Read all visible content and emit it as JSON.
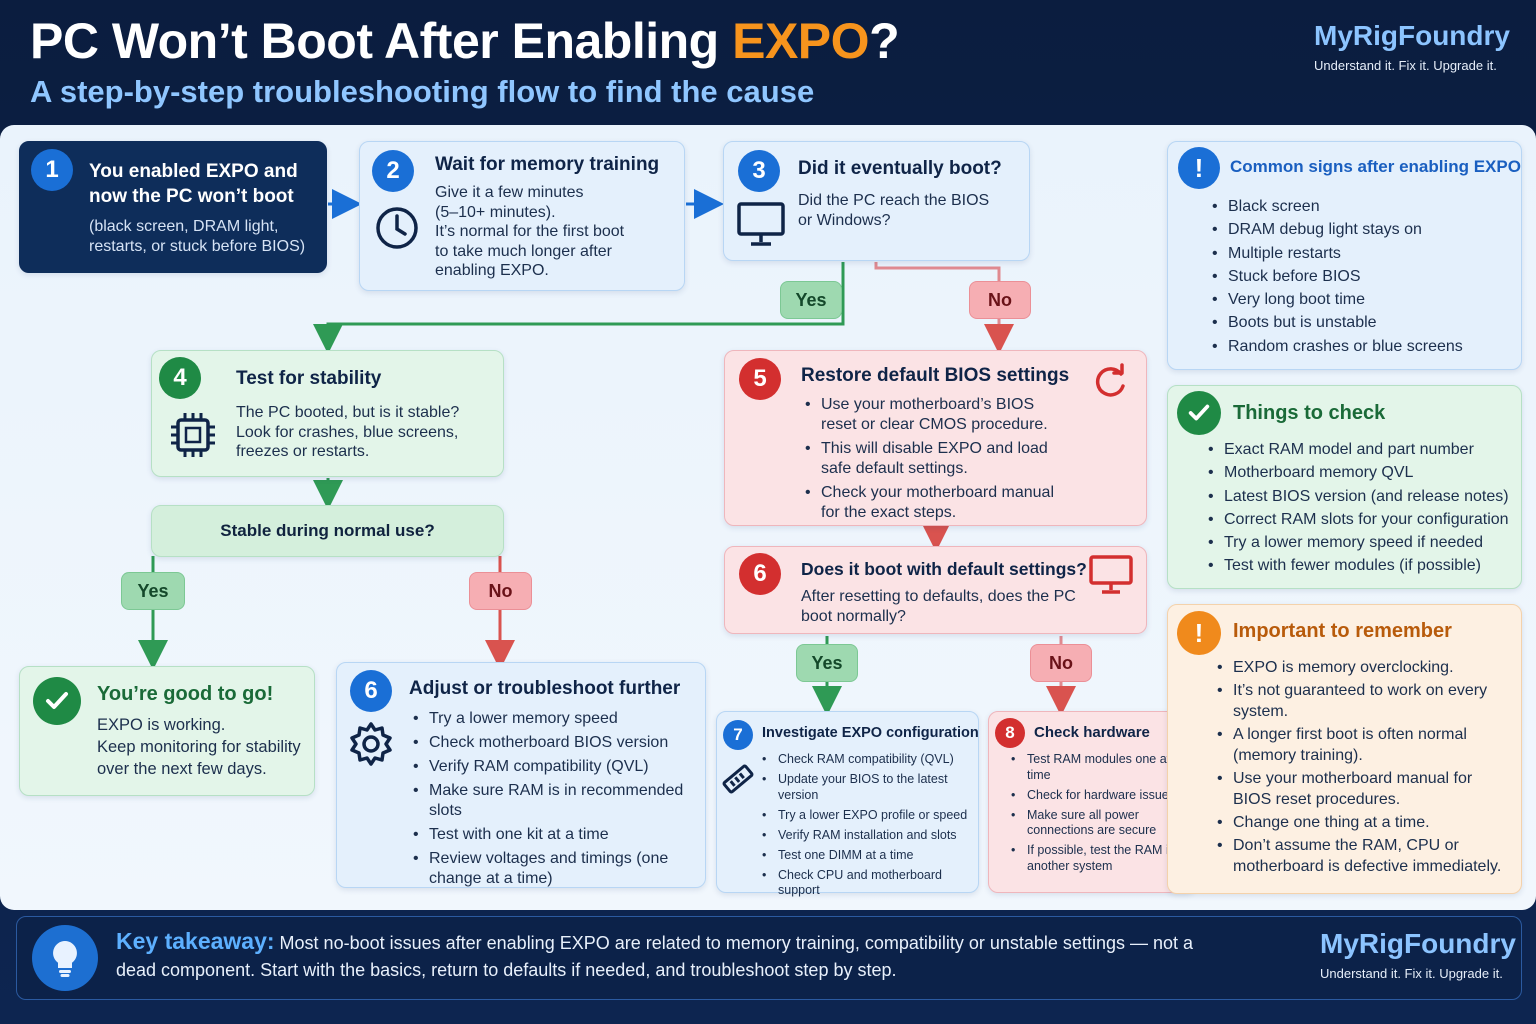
{
  "header": {
    "title_main": "PC Won’t Boot After Enabling ",
    "title_accent": "EXPO",
    "title_end": "?",
    "subtitle": "A step-by-step troubleshooting flow to find the cause",
    "brand_name": "MyRigFoundry",
    "brand_tagline": "Understand it. Fix it. Upgrade it."
  },
  "step1": {
    "number": "1",
    "title_line1": "You enabled EXPO and",
    "title_line2": "now the PC won’t boot",
    "body_line1": "(black screen, DRAM light,",
    "body_line2": "restarts, or stuck before BIOS)"
  },
  "step2": {
    "number": "2",
    "title": "Wait for memory training",
    "lines": [
      "Give it a few minutes",
      "(5–10+ minutes).",
      "It’s normal for the first boot",
      "to take much longer after",
      "enabling EXPO."
    ]
  },
  "step3": {
    "number": "3",
    "title": "Did it eventually boot?",
    "lines": [
      "Did the PC reach the BIOS",
      "or Windows?"
    ]
  },
  "labels": {
    "yes": "Yes",
    "no": "No"
  },
  "step4": {
    "number": "4",
    "title": "Test for stability",
    "lines": [
      "The PC booted, but is it stable?",
      "Look for crashes, blue screens,",
      "freezes or restarts."
    ]
  },
  "stable_question": "Stable during normal use?",
  "good": {
    "title": "You’re good to go!",
    "lines": [
      "EXPO is working.",
      "Keep monitoring for stability",
      "over the next few days."
    ]
  },
  "step6a": {
    "number": "6",
    "title": "Adjust or troubleshoot further",
    "items": [
      "Try a lower memory speed",
      "Check motherboard BIOS version",
      "Verify RAM compatibility (QVL)",
      "Make sure RAM is in recommended slots",
      "Test with one kit at a time",
      "Review voltages and timings (one change at a time)"
    ]
  },
  "step5": {
    "number": "5",
    "title": "Restore default BIOS settings",
    "items": [
      "Use your motherboard’s BIOS reset or clear CMOS procedure.",
      "This will disable EXPO and load safe default settings.",
      "Check your motherboard manual for the exact steps."
    ]
  },
  "step6b": {
    "number": "6",
    "title": "Does it boot with default settings?",
    "lines": [
      "After resetting to defaults, does the PC",
      "boot normally?"
    ]
  },
  "step7": {
    "number": "7",
    "title": "Investigate EXPO configuration",
    "items": [
      "Check RAM compatibility (QVL)",
      "Update your BIOS to the latest version",
      "Try a lower EXPO profile or speed",
      "Verify RAM installation and slots",
      "Test one DIMM at a time",
      "Check CPU and motherboard support"
    ]
  },
  "step8": {
    "number": "8",
    "title": "Check hardware",
    "items": [
      "Test RAM modules one at a time",
      "Check for hardware issues",
      "Make sure all power connections are secure",
      "If possible, test the RAM in another system"
    ]
  },
  "signs": {
    "title": "Common signs after enabling EXPO",
    "items": [
      "Black screen",
      "DRAM debug light stays on",
      "Multiple restarts",
      "Stuck before BIOS",
      "Very long boot time",
      "Boots but is unstable",
      "Random crashes or blue screens"
    ]
  },
  "check": {
    "title": "Things to check",
    "items": [
      "Exact RAM model and part number",
      "Motherboard memory QVL",
      "Latest BIOS version (and release notes)",
      "Correct RAM slots for your configuration",
      "Try a lower memory speed if needed",
      "Test with fewer modules (if possible)"
    ]
  },
  "remember": {
    "title": "Important to remember",
    "items": [
      "EXPO is memory overclocking.",
      "It’s not guaranteed to work on every system.",
      "A longer first boot is often normal (memory training).",
      "Use your motherboard manual for BIOS reset procedures.",
      "Change one thing at a time.",
      "Don’t assume the RAM, CPU or motherboard is defective immediately."
    ]
  },
  "footer": {
    "key_label": "Key takeaway:",
    "text": " Most no-boot issues after enabling EXPO are related to memory training, compatibility or unstable settings — not a dead component. Start with the basics, return to defaults if needed, and troubleshoot step by step.",
    "brand_name": "MyRigFoundry",
    "brand_tagline": "Understand it. Fix it. Upgrade it."
  },
  "colors": {
    "accent": "#f7941d",
    "blue": "#1a6fd6",
    "green": "#1f8a45",
    "red": "#d32f2f",
    "orange": "#f08a1c",
    "navy": "#0b1d3f"
  }
}
